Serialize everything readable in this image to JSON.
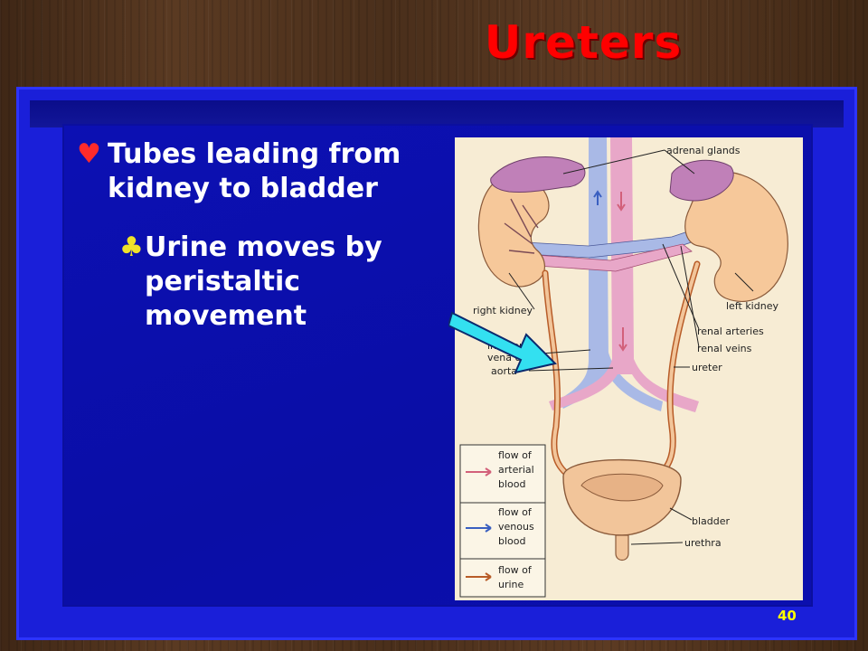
{
  "slide": {
    "title": "Ureters",
    "bullet_main": "Tubes leading from kidney to bladder",
    "bullet_sub": "Urine moves by peristaltic movement",
    "page_number": "40"
  },
  "diagram": {
    "labels": {
      "adrenal": "adrenal glands",
      "right_kidney": "right kidney",
      "left_kidney": "left kidney",
      "renal_arteries": "renal arteries",
      "renal_veins": "renal veins",
      "inferior_1": "inferior",
      "inferior_2": "vena cava",
      "aorta": "aorta",
      "ureter": "ureter",
      "bladder": "bladder",
      "urethra": "urethra"
    },
    "legend": {
      "arterial_1": "flow of",
      "arterial_2": "arterial",
      "arterial_3": "blood",
      "venous_1": "flow of",
      "venous_2": "venous",
      "venous_3": "blood",
      "urine_1": "flow of",
      "urine_2": "urine"
    },
    "colors": {
      "arterial": "#d2607a",
      "venous": "#3a5fc0",
      "urine": "#b85c28",
      "kidney": "#f6c89a",
      "adrenal": "#c080b8",
      "vein": "#a9b9e6",
      "artery": "#e8a7c8"
    }
  }
}
